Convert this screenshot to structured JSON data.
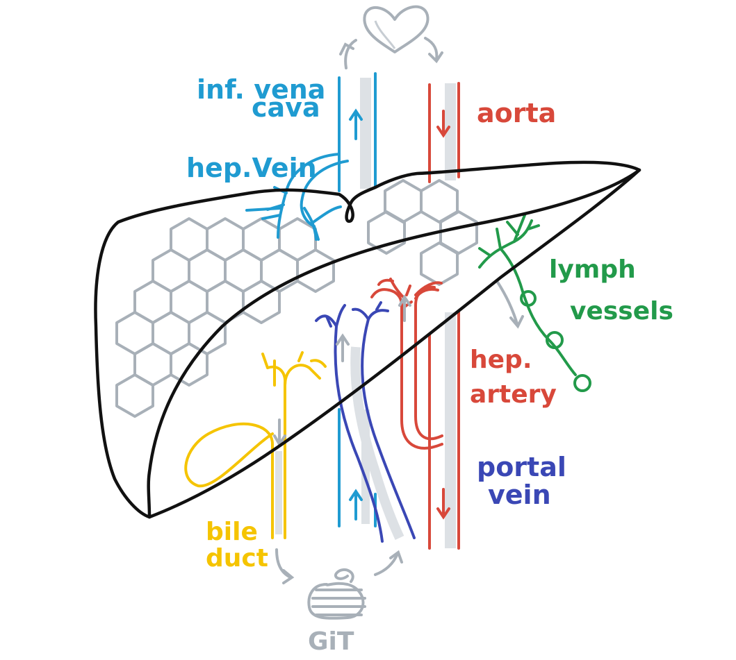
{
  "labels": {
    "ivc_line1": "inf. vena",
    "ivc_line2": "cava",
    "aorta": "aorta",
    "hep_vein": "hep.Vein",
    "lymph_line1": "lymph",
    "lymph_line2": "vessels",
    "hep_artery_line1": "hep.",
    "hep_artery_line2": "artery",
    "portal_line1": "portal",
    "portal_line2": "vein",
    "bile_line1": "bile",
    "bile_line2": "duct",
    "git": "GiT"
  },
  "colors": {
    "outline": "#111111",
    "grey": "#a8b0b8",
    "cyan": "#1f9bd1",
    "red": "#d8483a",
    "blue": "#3a47b5",
    "green": "#229a4a",
    "yellow": "#f5c400"
  },
  "icons": [
    "heart-icon",
    "intestine-coil-icon"
  ]
}
